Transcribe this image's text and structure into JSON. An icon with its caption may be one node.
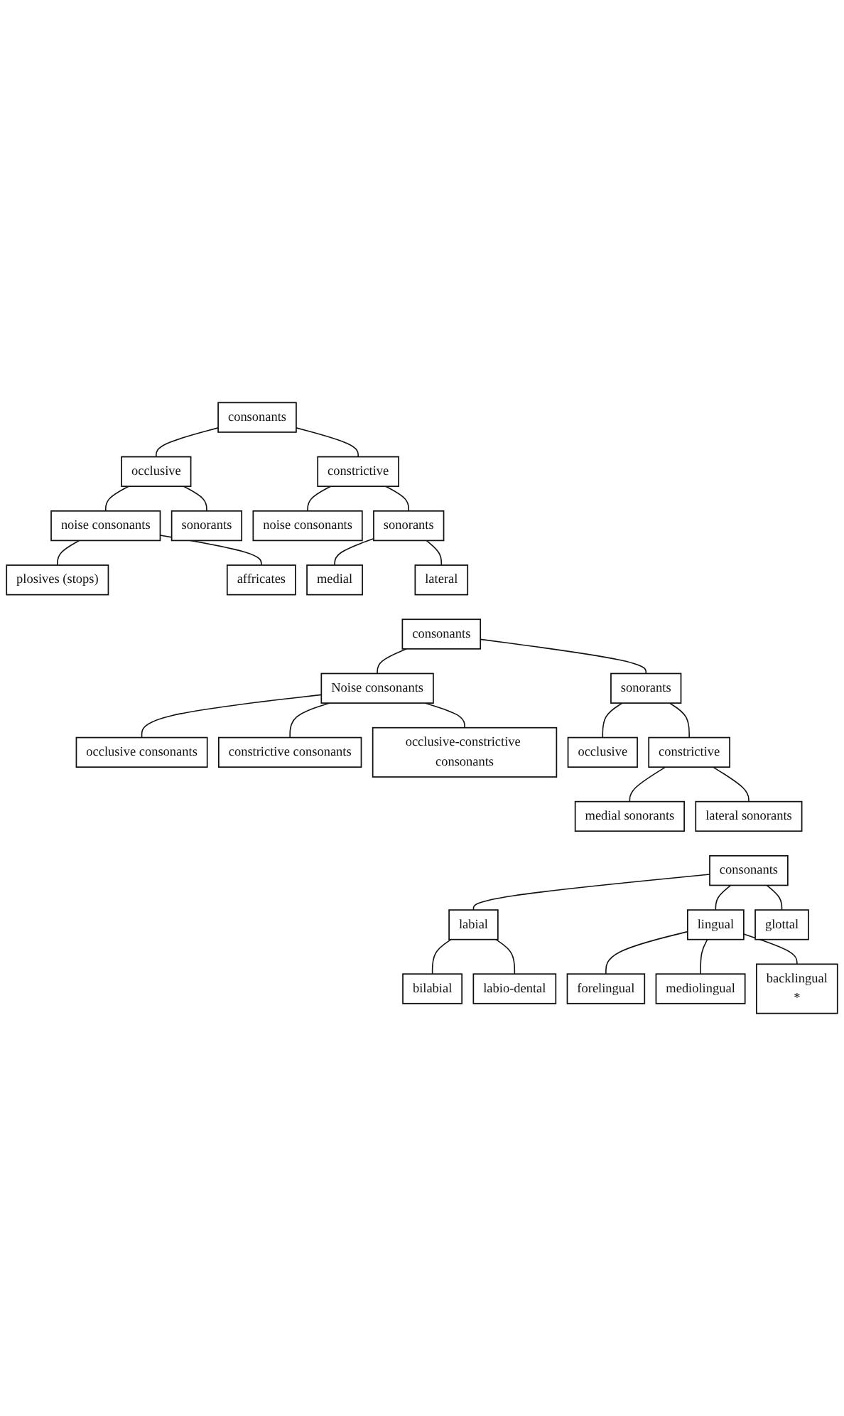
{
  "diagram": {
    "nodes": [
      {
        "text": [
          "consonants"
        ]
      },
      {
        "text": [
          "occlusive"
        ]
      },
      {
        "text": [
          "constrictive"
        ]
      },
      {
        "text": [
          "noise consonants"
        ]
      },
      {
        "text": [
          "sonorants"
        ]
      },
      {
        "text": [
          "noise consonants"
        ]
      },
      {
        "text": [
          "sonorants"
        ]
      },
      {
        "text": [
          "plosives (stops)"
        ]
      },
      {
        "text": [
          "affricates"
        ]
      },
      {
        "text": [
          "medial"
        ]
      },
      {
        "text": [
          "lateral"
        ]
      },
      {
        "text": [
          "consonants"
        ]
      },
      {
        "text": [
          "Noise consonants"
        ]
      },
      {
        "text": [
          "sonorants"
        ]
      },
      {
        "text": [
          "occlusive consonants"
        ]
      },
      {
        "text": [
          "constrictive consonants"
        ]
      },
      {
        "text": [
          "occlusive-constrictive consonants"
        ]
      },
      {
        "text": [
          "occlusive"
        ]
      },
      {
        "text": [
          "constrictive"
        ]
      },
      {
        "text": [
          "medial sonorants"
        ]
      },
      {
        "text": [
          "lateral sonorants"
        ]
      },
      {
        "text": [
          "consonants"
        ]
      },
      {
        "text": [
          "labial"
        ]
      },
      {
        "text": [
          "lingual"
        ]
      },
      {
        "text": [
          "glottal"
        ]
      },
      {
        "text": [
          "bilabial"
        ]
      },
      {
        "text": [
          "labio-dental"
        ]
      },
      {
        "text": [
          "forelingual"
        ]
      },
      {
        "text": [
          "mediolingual"
        ]
      },
      {
        "text": [
          "backlingual",
          "*"
        ]
      }
    ],
    "edges": [
      {
        "from": 0,
        "to": 1,
        "arrow": "none"
      },
      {
        "from": 0,
        "to": 2,
        "arrow": "none"
      },
      {
        "from": 1,
        "to": 3,
        "arrow": "none"
      },
      {
        "from": 1,
        "to": 4,
        "arrow": "none"
      },
      {
        "from": 2,
        "to": 5,
        "arrow": "none"
      },
      {
        "from": 2,
        "to": 6,
        "arrow": "none"
      },
      {
        "from": 3,
        "to": 7,
        "arrow": "none"
      },
      {
        "from": 3,
        "to": 8,
        "arrow": "none"
      },
      {
        "from": 6,
        "to": 9,
        "arrow": "none"
      },
      {
        "from": 6,
        "to": 10,
        "arrow": "none"
      },
      {
        "from": 11,
        "to": 12,
        "arrow": "none"
      },
      {
        "from": 11,
        "to": 13,
        "arrow": "none"
      },
      {
        "from": 12,
        "to": 14,
        "arrow": "none"
      },
      {
        "from": 12,
        "to": 15,
        "arrow": "none"
      },
      {
        "from": 12,
        "to": 16,
        "arrow": "none"
      },
      {
        "from": 13,
        "to": 17,
        "arrow": "none"
      },
      {
        "from": 13,
        "to": 18,
        "arrow": "none"
      },
      {
        "from": 18,
        "to": 19,
        "arrow": "none"
      },
      {
        "from": 18,
        "to": 20,
        "arrow": "none"
      },
      {
        "from": 21,
        "to": 22,
        "arrow": "none"
      },
      {
        "from": 21,
        "to": 23,
        "arrow": "none"
      },
      {
        "from": 21,
        "to": 24,
        "arrow": "none"
      },
      {
        "from": 22,
        "to": 25,
        "arrow": "none"
      },
      {
        "from": 22,
        "to": 26,
        "arrow": "none"
      },
      {
        "from": 23,
        "to": 27,
        "arrow": "none"
      },
      {
        "from": 23,
        "to": 28,
        "arrow": "none"
      },
      {
        "from": 23,
        "to": 29,
        "arrow": "none"
      }
    ]
  }
}
